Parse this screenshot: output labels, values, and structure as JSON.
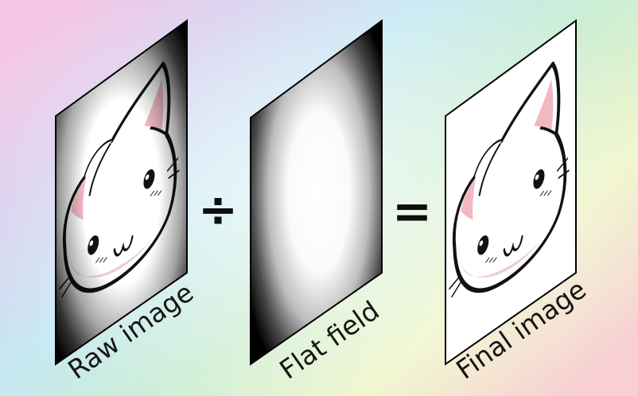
{
  "panels": {
    "raw": {
      "label": "Raw image"
    },
    "flat": {
      "label": "Flat field"
    },
    "final": {
      "label": "Final image"
    }
  },
  "operators": {
    "divide": "÷",
    "equals": "="
  },
  "colors": {
    "background_stops": [
      "#f7c9e6",
      "#d6d0ef",
      "#c9e8f2",
      "#cfeecf",
      "#f1f4c8",
      "#f7d2d4"
    ],
    "vignette_dark": "#000000",
    "vignette_light": "#ffffff",
    "cat_ear_inner": "#f2b7c2",
    "cat_shade": "#e8c4cf"
  },
  "icons": [
    "cat-face-icon"
  ]
}
